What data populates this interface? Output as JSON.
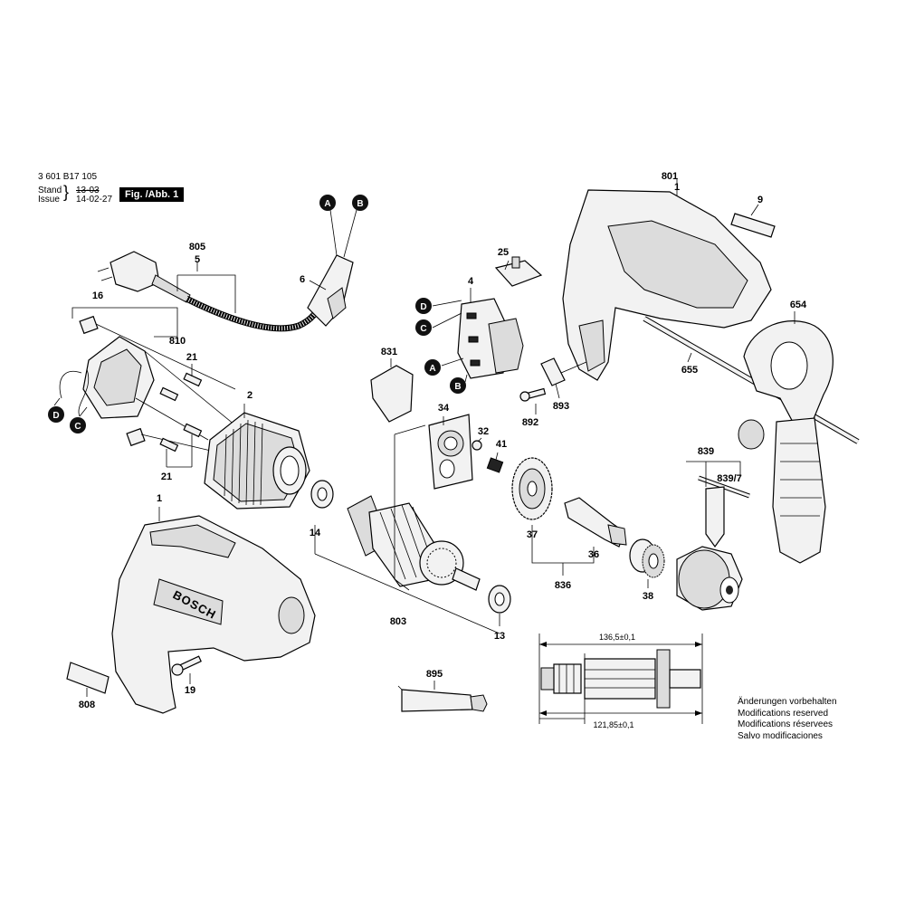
{
  "header": {
    "part_number": "3 601 B17 105",
    "stand_label": "Stand",
    "issue_label": "Issue",
    "stand_date": "13-03",
    "issue_date": "14-02-27",
    "figure_label": "Fig. /Abb. 1"
  },
  "notes": [
    "Änderungen vorbehalten",
    "Modifications reserved",
    "Modifications réservees",
    "Salvo modificaciones"
  ],
  "dimensions": {
    "overall_length": "136,5±0,1",
    "core_length": "121,85±0,1"
  },
  "connectors": {
    "a": "A",
    "b": "B",
    "c": "C",
    "d": "D"
  },
  "parts": {
    "p1_top": "1",
    "p1": "1",
    "p2": "2",
    "p4": "4",
    "p5": "5",
    "p6": "6",
    "p9": "9",
    "p13": "13",
    "p14": "14",
    "p16": "16",
    "p19": "19",
    "p21a": "21",
    "p21b": "21",
    "p25": "25",
    "p32": "32",
    "p34": "34",
    "p36": "36",
    "p37": "37",
    "p38": "38",
    "p41": "41",
    "p654": "654",
    "p655": "655",
    "p801": "801",
    "p803": "803",
    "p805": "805",
    "p808": "808",
    "p810": "810",
    "p831": "831",
    "p836": "836",
    "p839": "839",
    "p839_7": "839/7",
    "p892": "892",
    "p893": "893",
    "p895": "895"
  }
}
